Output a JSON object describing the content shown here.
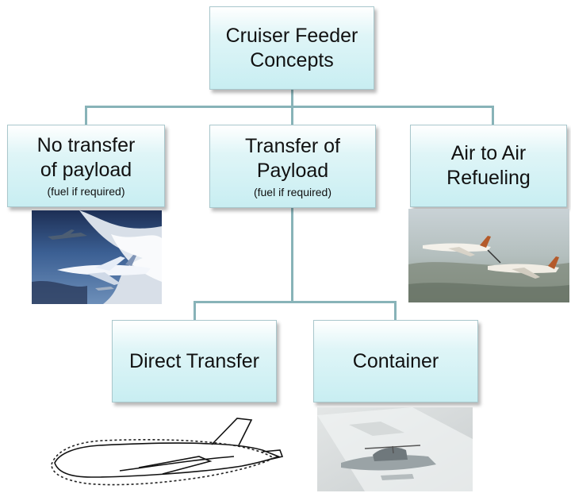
{
  "root": {
    "line1": "Cruiser Feeder",
    "line2": "Concepts"
  },
  "level1": [
    {
      "line1": "No transfer",
      "line2": "of payload",
      "note": "(fuel if required)"
    },
    {
      "line1": "Transfer of",
      "line2": "Payload",
      "note": "(fuel if required)"
    },
    {
      "line1": "Air to Air",
      "line2": "Refueling"
    }
  ],
  "level2": [
    {
      "label": "Direct Transfer"
    },
    {
      "label": "Container"
    }
  ],
  "images": {
    "no_transfer": "aircraft-in-flight-photo",
    "refueling": "tanker-refueling-photo",
    "direct_transfer": "aircraft-outline-drawing",
    "container": "container-render-image"
  },
  "colors": {
    "box_fill": "#c8eef2",
    "box_border": "#a9c7cc",
    "connector": "#88b3b8"
  }
}
